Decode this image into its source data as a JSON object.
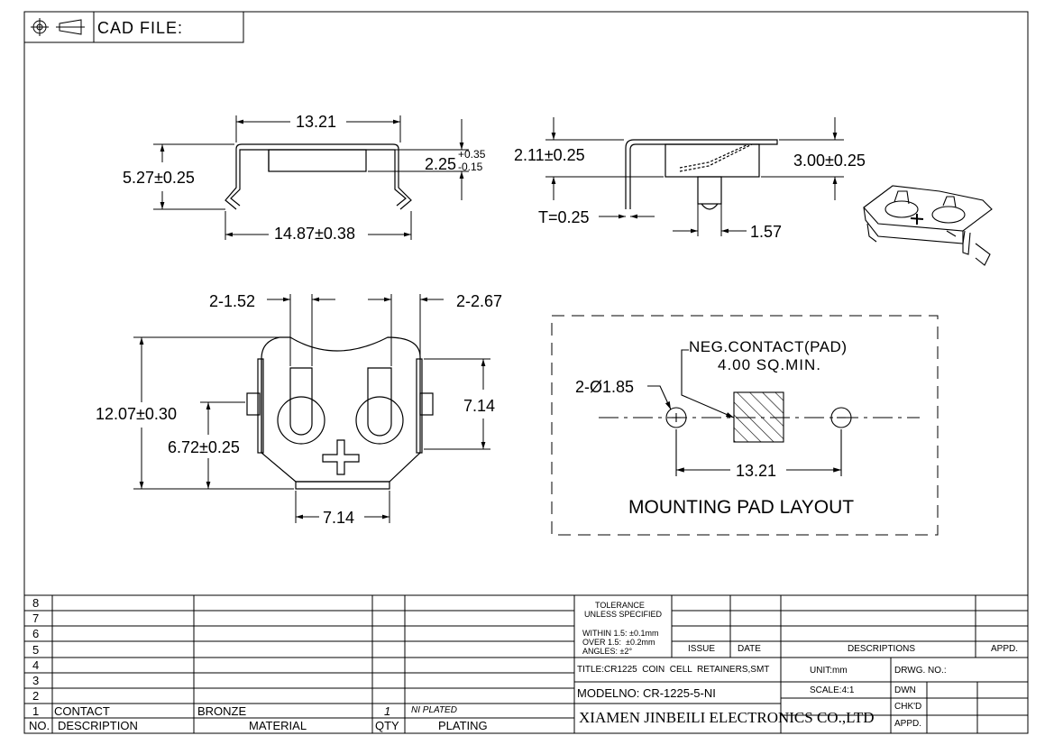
{
  "header": {
    "cad_label": "CAD FILE:"
  },
  "views": {
    "front": {
      "width_top": "13.21",
      "height_total": "5.27±0.25",
      "body_height_base": "2.25",
      "body_height_tol_plus": "+0.35",
      "body_height_tol_minus": "-0.15",
      "width_bottom": "14.87±0.38"
    },
    "side": {
      "height_left": "2.11±0.25",
      "height_right": "3.00±0.25",
      "thickness": "T=0.25",
      "pin": "1.57"
    },
    "top": {
      "slot_left": "2-1.52",
      "slot_right": "2-2.67",
      "height_total": "12.07±0.30",
      "height_mid": "6.72±0.25",
      "height_right": "7.14",
      "width_bottom": "7.14"
    },
    "pad_layout": {
      "neg_contact_line1": "NEG.CONTACT(PAD)",
      "neg_contact_line2": "4.00  SQ.MIN.",
      "hole_label": "2-Ø1.85",
      "spacing": "13.21",
      "title": "MOUNTING PAD LAYOUT"
    }
  },
  "title_block": {
    "rows": [
      {
        "no": "8",
        "desc": "",
        "material": "",
        "qty": "",
        "plating": ""
      },
      {
        "no": "7",
        "desc": "",
        "material": "",
        "qty": "",
        "plating": ""
      },
      {
        "no": "6",
        "desc": "",
        "material": "",
        "qty": "",
        "plating": ""
      },
      {
        "no": "5",
        "desc": "",
        "material": "",
        "qty": "",
        "plating": ""
      },
      {
        "no": "4",
        "desc": "",
        "material": "",
        "qty": "",
        "plating": ""
      },
      {
        "no": "3",
        "desc": "",
        "material": "",
        "qty": "",
        "plating": ""
      },
      {
        "no": "2",
        "desc": "",
        "material": "",
        "qty": "",
        "plating": ""
      },
      {
        "no": "1",
        "desc": "CONTACT",
        "material": "BRONZE",
        "qty": "1",
        "plating": "NI PLATED"
      }
    ],
    "headers": {
      "no": "NO.",
      "desc": "DESCRIPTION",
      "material": "MATERIAL",
      "qty": "QTY",
      "plating": "PLATING"
    },
    "tolerance": {
      "title1": "TOLERANCE",
      "title2": "UNLESS SPECIFIED",
      "line1": "WITHIN 1.5: ±0.1mm",
      "line2": "OVER 1.5:  ±0.2mm",
      "line3": "ANGLES: ±2°"
    },
    "rev_headers": {
      "issue": "ISSUE",
      "date": "DATE",
      "descriptions": "DESCRIPTIONS",
      "appd": "APPD."
    },
    "title": "TITLE:CR1225  COIN  CELL  RETAINERS,SMT",
    "model": "MODELNO: CR-1225-5-NI",
    "unit": "UNIT:mm",
    "scale": "SCALE:4:1",
    "company": "XIAMEN JINBEILI ELECTRONICS CO.,LTD",
    "drwg_no": "DRWG. NO.:",
    "dwn": "DWN",
    "chkd": "CHK'D",
    "appd": "APPD."
  }
}
